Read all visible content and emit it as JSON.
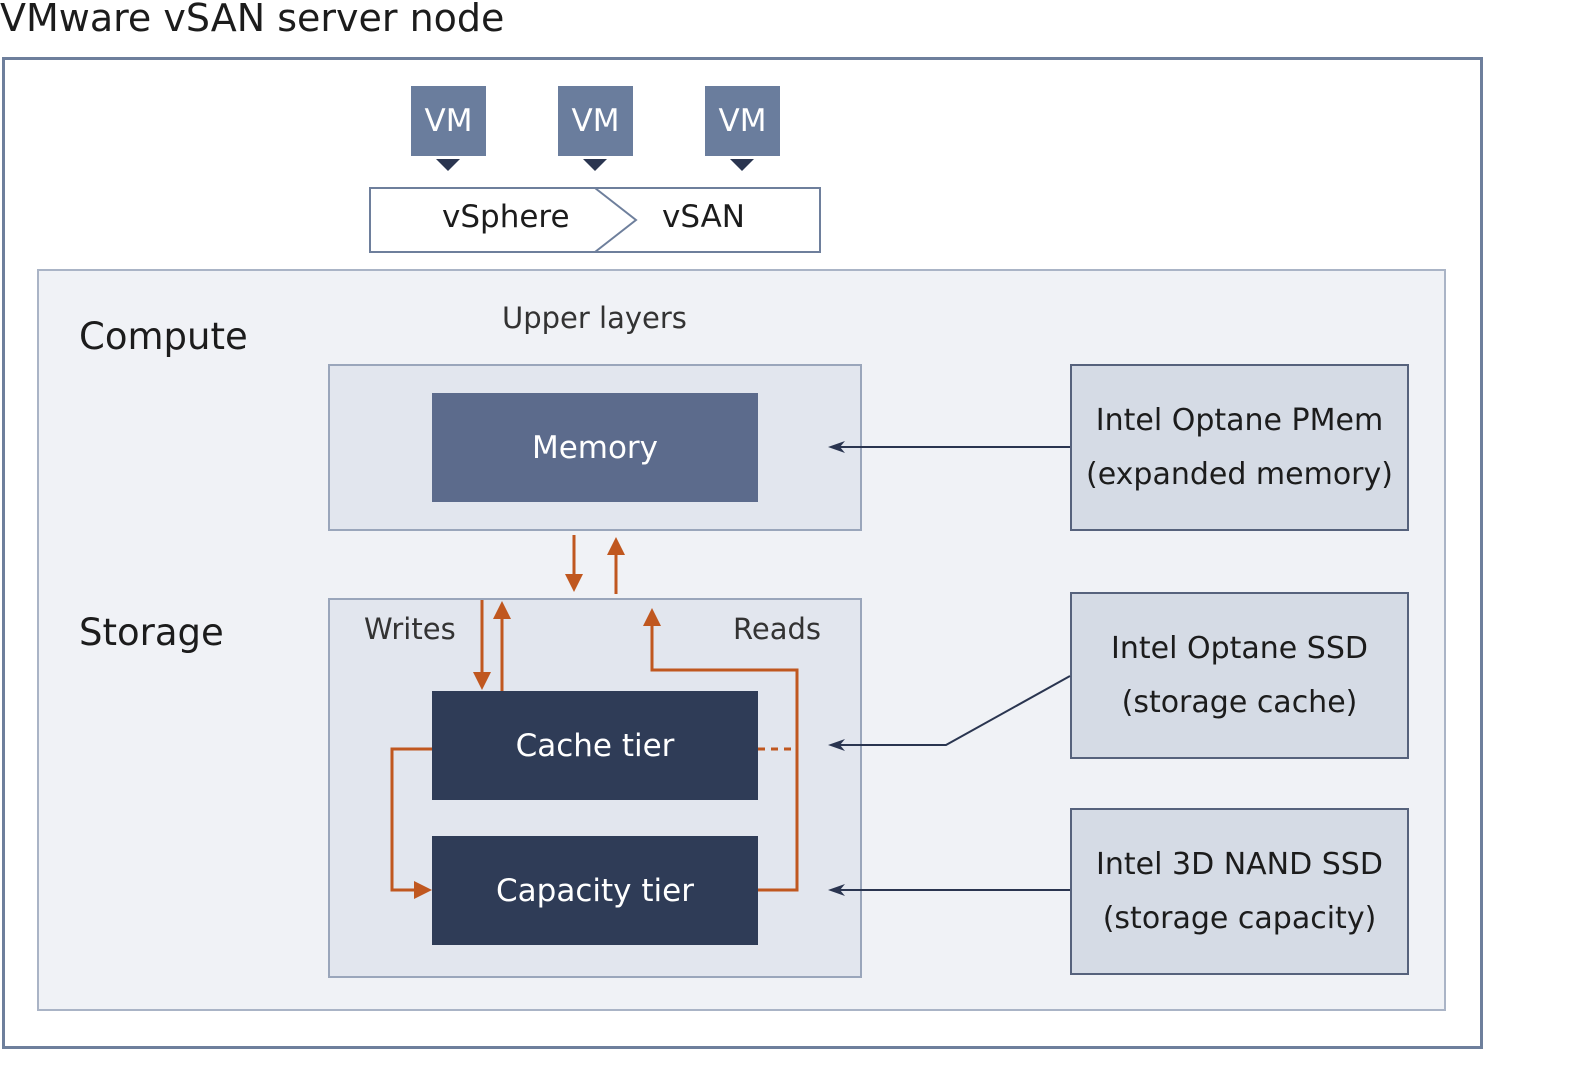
{
  "title": "VMware vSAN server node",
  "vms": [
    {
      "label": "VM"
    },
    {
      "label": "VM"
    },
    {
      "label": "VM"
    }
  ],
  "hypervisor": {
    "left_label": "vSphere",
    "right_label": "vSAN"
  },
  "sections": {
    "compute": "Compute",
    "storage": "Storage"
  },
  "upper_layers_label": "Upper layers",
  "memory_label": "Memory",
  "writes_label": "Writes",
  "reads_label": "Reads",
  "cache_tier_label": "Cache tier",
  "capacity_tier_label": "Capacity tier",
  "intel_components": {
    "pmem": {
      "line1": "Intel Optane PMem",
      "line2": "(expanded memory)"
    },
    "optane_ssd": {
      "line1": "Intel Optane SSD",
      "line2": "(storage cache)"
    },
    "nand_ssd": {
      "line1": "Intel 3D NAND SSD",
      "line2": "(storage capacity)"
    }
  },
  "colors": {
    "frame": "#6e7f9c",
    "vm_fill": "#6a7d9d",
    "memory_fill": "#5c6b8c",
    "tier_fill": "#2f3c57",
    "flow_arrow": "#c0571f",
    "connector": "#2a3550"
  }
}
